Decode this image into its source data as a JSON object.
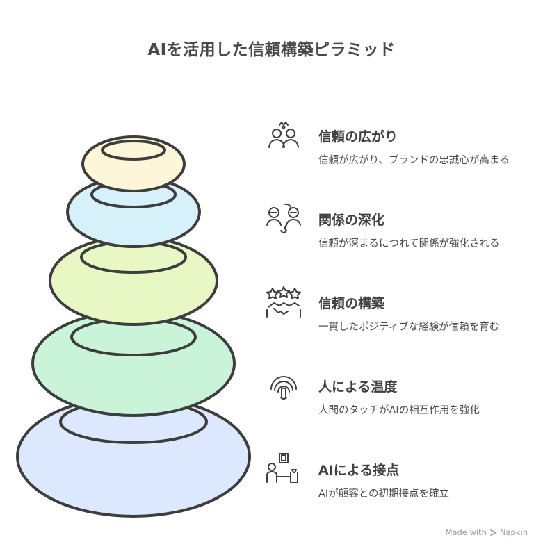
{
  "title": "AIを活用した信頼構築ピラミッド",
  "layers": [
    {
      "heading": "信頼の広がり",
      "description": "信頼が広がり、ブランドの忠誠心が高まる",
      "icon": "people-network-icon",
      "color": "#fdf6d8"
    },
    {
      "heading": "関係の深化",
      "description": "信頼が深まるにつれて関係が強化される",
      "icon": "people-exchange-icon",
      "color": "#d7f1fb"
    },
    {
      "heading": "信頼の構築",
      "description": "一貫したポジティブな経験が信頼を育む",
      "icon": "stars-handshake-icon",
      "color": "#e8f8c4"
    },
    {
      "heading": "人による温度",
      "description": "人間のタッチがAIの相互作用を強化",
      "icon": "fingerprint-touch-icon",
      "color": "#c9f4da"
    },
    {
      "heading": "AIによる接点",
      "description": "AIが顧客との初期接点を確立",
      "icon": "person-device-icon",
      "color": "#dce8fd"
    }
  ],
  "footer": {
    "made_with": "Made with",
    "brand": "Napkin"
  }
}
